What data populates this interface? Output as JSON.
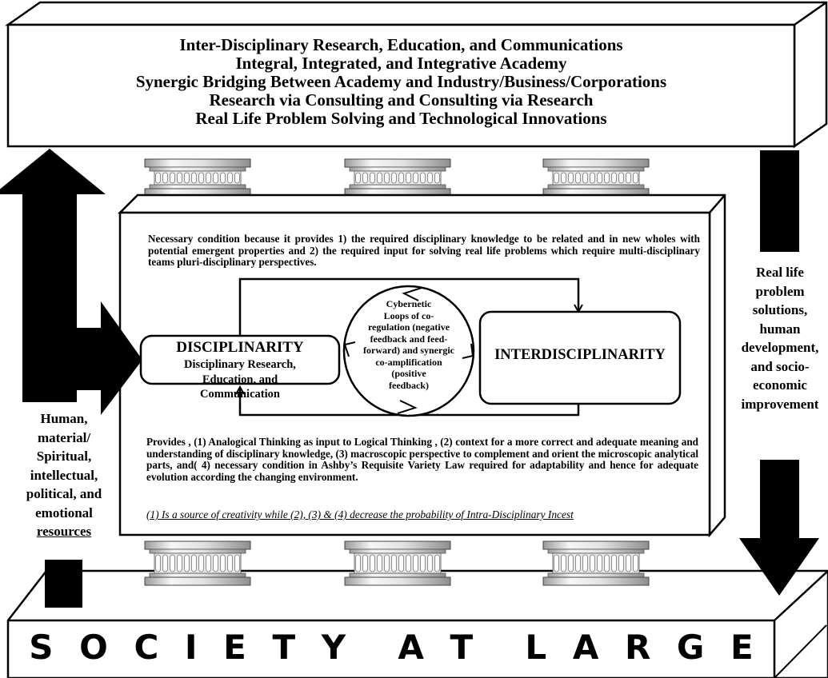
{
  "top_box": {
    "lines": [
      "Inter-Disciplinary Research, Education, and Communications",
      "Integral, Integrated, and Integrative Academy",
      "Synergic Bridging Between Academy and Industry/Business/Corporations",
      "Research via Consulting and Consulting via Research",
      "Real Life Problem Solving and Technological Innovations"
    ]
  },
  "center_panel": {
    "top_text": "Necessary condition because it provides 1) the required disciplinary knowledge to be related and in new wholes with potential emergent properties and 2) the required input for solving real life problems which require multi-disciplinary teams pluri-disciplinary perspectives.",
    "disciplinarity": {
      "title": "DISCIPLINARITY",
      "subtitle": "Disciplinary Research, Education, and Communication"
    },
    "cycle_lines": [
      "Cybernetic",
      "Loops of co-",
      "regulation (negative",
      "feedback and feed-",
      "forward) and synergic",
      "co-amplification",
      "(positive",
      "feedback)"
    ],
    "interdisciplinarity": {
      "title": "INTERDISCIPLINARITY"
    },
    "bottom_text": "Provides , (1) Analogical Thinking as input to Logical Thinking , (2) context for a more correct and adequate meaning and understanding of disciplinary knowledge, (3) macroscopic perspective to complement and orient the microscopic analytical parts, and( 4) necessary condition in Ashby’s Requisite Variety Law required for adaptability and hence for adequate evolution according the changing environment.",
    "footnote": "(1) Is a source of creativity while (2), (3) & (4) decrease the probability of Intra-Disciplinary Incest"
  },
  "left_label": {
    "lines": [
      "Human,",
      "material/",
      "Spiritual,",
      "intellectual,",
      "political, and",
      "emotional"
    ],
    "underlined": "resources"
  },
  "right_label": {
    "lines": [
      "Real life",
      "problem",
      "solutions,",
      "human",
      "development,",
      "and socio-",
      "economic",
      "improvement"
    ]
  },
  "base": {
    "title": "S O C I E T Y  A T  L A R G E"
  },
  "colors": {
    "ink": "#000000",
    "paper": "#ffffff",
    "column_light": "#f4f4f4",
    "column_mid": "#cfcfcf",
    "column_dark": "#8a8a8a"
  }
}
